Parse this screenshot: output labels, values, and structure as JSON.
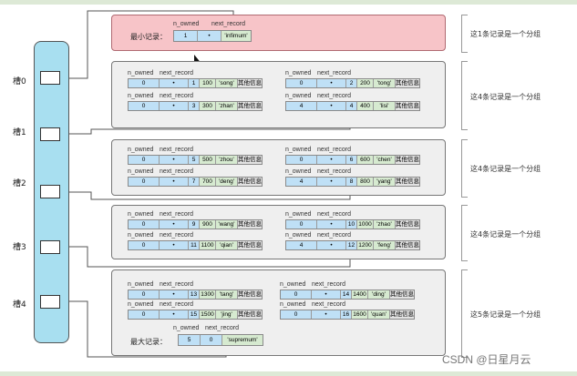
{
  "slots": [
    {
      "label": "槽0"
    },
    {
      "label": "槽1"
    },
    {
      "label": "槽2"
    },
    {
      "label": "槽3"
    },
    {
      "label": "槽4"
    }
  ],
  "header_labels": {
    "n_owned": "n_owned",
    "next_record": "next_record"
  },
  "extra_info": "其他信息",
  "min_record": {
    "label": "最小记录：",
    "n_owned": "1",
    "next_record": "•",
    "name": "'infimum'"
  },
  "max_record": {
    "label": "最大记录：",
    "n_owned": "5",
    "next_record": "0",
    "name": "'supremum'"
  },
  "groups": [
    {
      "note": "这4条记录是一个分组",
      "records": [
        {
          "n_owned": "0",
          "next": "•",
          "k": "1",
          "v": "100",
          "s": "'song'"
        },
        {
          "n_owned": "0",
          "next": "•",
          "k": "2",
          "v": "200",
          "s": "'tong'"
        },
        {
          "n_owned": "0",
          "next": "•",
          "k": "3",
          "v": "300",
          "s": "'zhan'"
        },
        {
          "n_owned": "4",
          "next": "•",
          "k": "4",
          "v": "400",
          "s": "'lisi'"
        }
      ]
    },
    {
      "note": "这4条记录是一个分组",
      "records": [
        {
          "n_owned": "0",
          "next": "•",
          "k": "5",
          "v": "500",
          "s": "'zhou'"
        },
        {
          "n_owned": "0",
          "next": "•",
          "k": "6",
          "v": "600",
          "s": "'chen'"
        },
        {
          "n_owned": "0",
          "next": "•",
          "k": "7",
          "v": "700",
          "s": "'deng'"
        },
        {
          "n_owned": "4",
          "next": "•",
          "k": "8",
          "v": "800",
          "s": "'yang'"
        }
      ]
    },
    {
      "note": "这4条记录是一个分组",
      "records": [
        {
          "n_owned": "0",
          "next": "•",
          "k": "9",
          "v": "900",
          "s": "'wang'"
        },
        {
          "n_owned": "0",
          "next": "•",
          "k": "10",
          "v": "1000",
          "s": "'zhao'"
        },
        {
          "n_owned": "0",
          "next": "•",
          "k": "11",
          "v": "1100",
          "s": "'qian'"
        },
        {
          "n_owned": "4",
          "next": "•",
          "k": "12",
          "v": "1200",
          "s": "'feng'"
        }
      ]
    },
    {
      "note": "这5条记录是一个分组",
      "records": [
        {
          "n_owned": "0",
          "next": "•",
          "k": "13",
          "v": "1300",
          "s": "'tang'"
        },
        {
          "n_owned": "0",
          "next": "•",
          "k": "14",
          "v": "1400",
          "s": "'ding'"
        },
        {
          "n_owned": "0",
          "next": "•",
          "k": "15",
          "v": "1500",
          "s": "'jing'"
        },
        {
          "n_owned": "0",
          "next": "•",
          "k": "16",
          "v": "1600",
          "s": "'quan'"
        }
      ]
    }
  ],
  "min_note": "这1条记录是一个分组",
  "watermark": "CSDN @日星月云",
  "colors": {
    "slot_bg": "#a8dff0",
    "min_group_bg": "#f7c4c8",
    "group_bg": "#efefef",
    "cell_blue": "#bfe0f6",
    "cell_green": "#d6ead0"
  }
}
